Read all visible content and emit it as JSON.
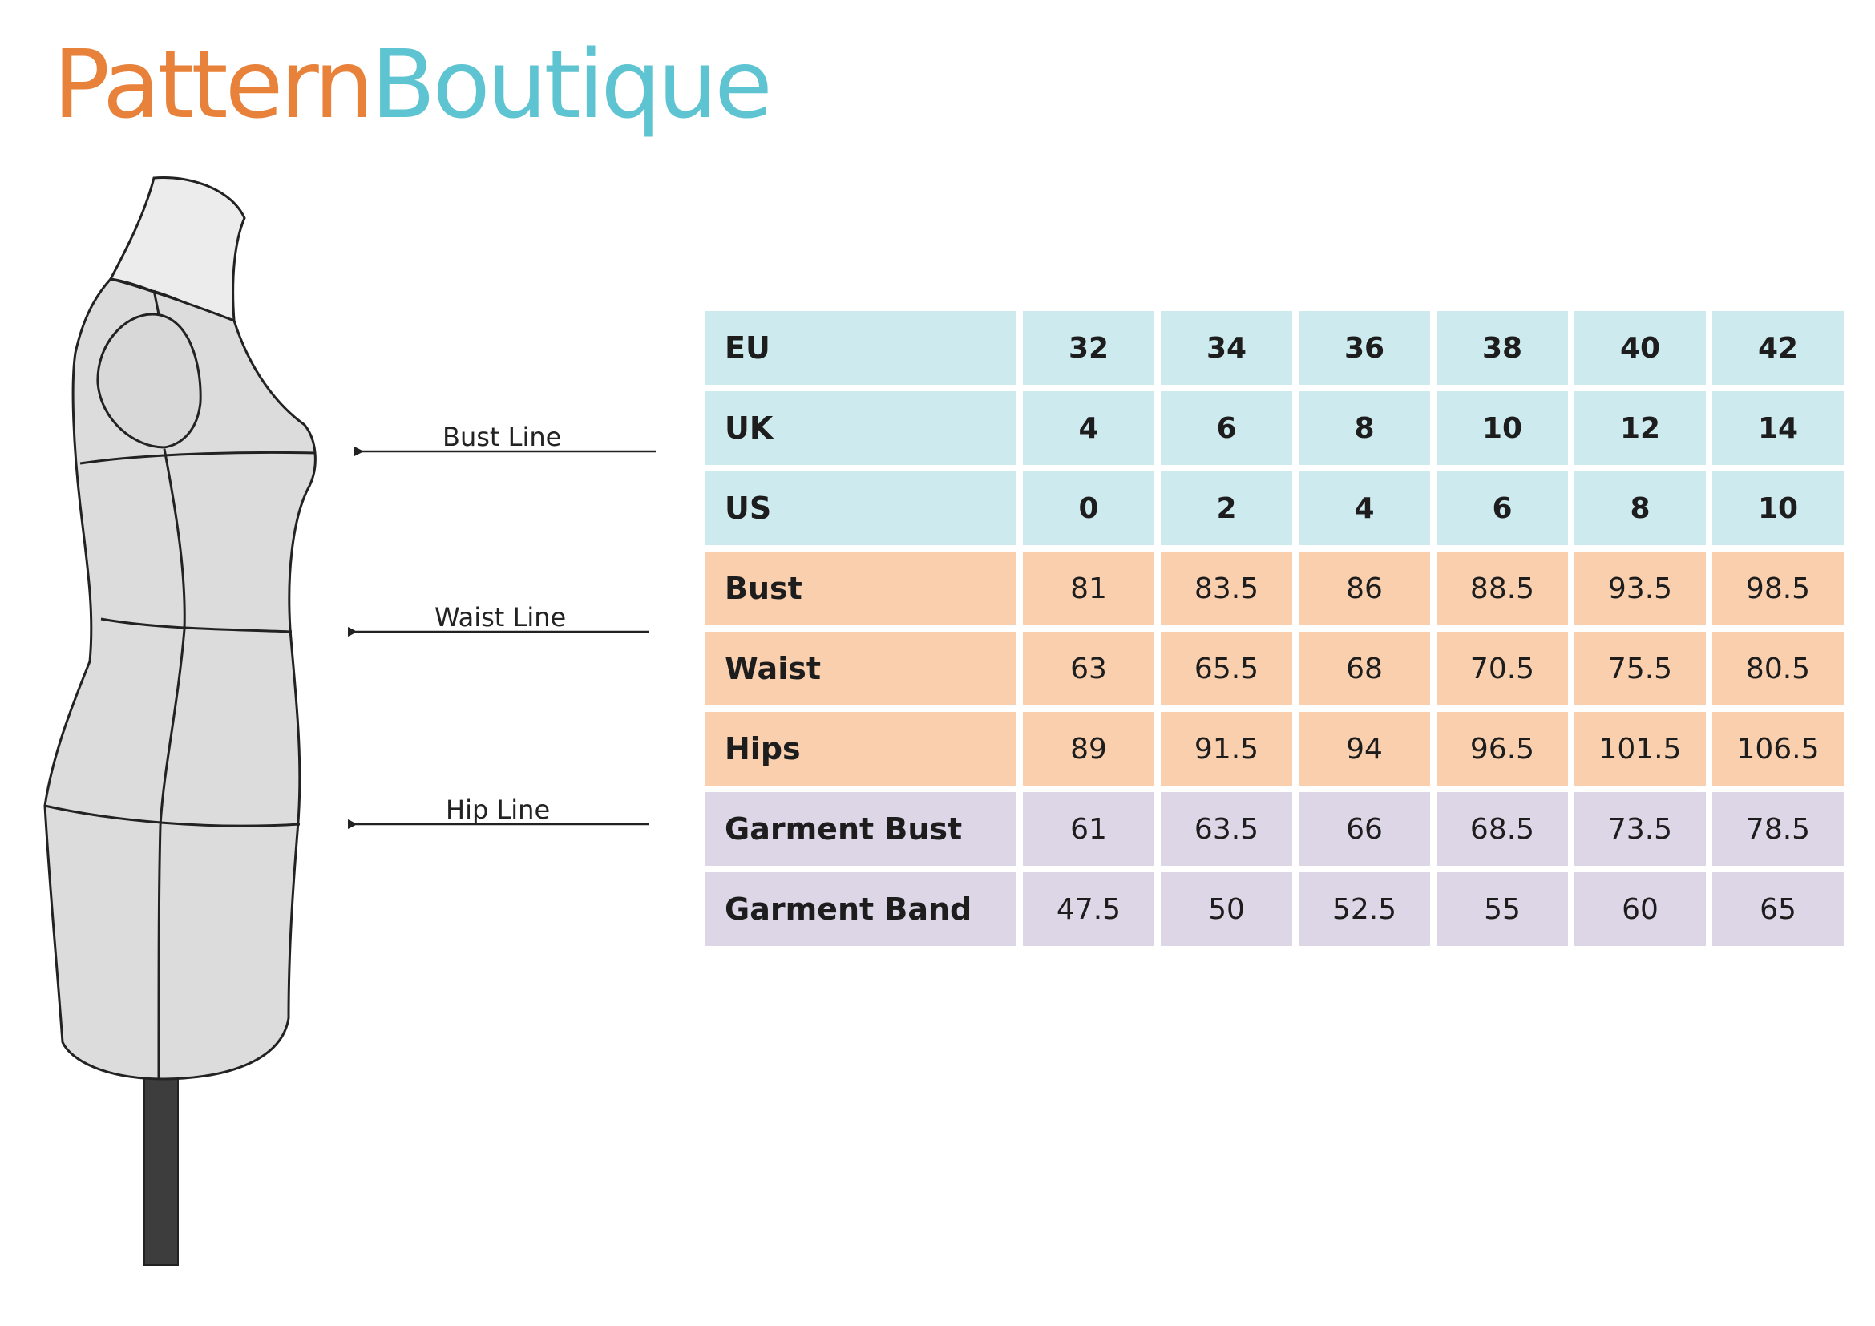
{
  "brand": {
    "part1": "Pattern",
    "part2": "Boutique",
    "color1": "#e8823a",
    "color2": "#5fc4d2"
  },
  "measure_lines": {
    "bust": "Bust Line",
    "waist": "Waist Line",
    "hip": "Hip Line"
  },
  "table": {
    "rows": [
      {
        "label": "EU",
        "group": "size",
        "values": [
          "32",
          "34",
          "36",
          "38",
          "40",
          "42"
        ]
      },
      {
        "label": "UK",
        "group": "size",
        "values": [
          "4",
          "6",
          "8",
          "10",
          "12",
          "14"
        ]
      },
      {
        "label": "US",
        "group": "size",
        "values": [
          "0",
          "2",
          "4",
          "6",
          "8",
          "10"
        ]
      },
      {
        "label": "Bust",
        "group": "body",
        "values": [
          "81",
          "83.5",
          "86",
          "88.5",
          "93.5",
          "98.5"
        ]
      },
      {
        "label": "Waist",
        "group": "body",
        "values": [
          "63",
          "65.5",
          "68",
          "70.5",
          "75.5",
          "80.5"
        ]
      },
      {
        "label": "Hips",
        "group": "body",
        "values": [
          "89",
          "91.5",
          "94",
          "96.5",
          "101.5",
          "106.5"
        ]
      },
      {
        "label": "Garment Bust",
        "group": "garment",
        "values": [
          "61",
          "63.5",
          "66",
          "68.5",
          "73.5",
          "78.5"
        ]
      },
      {
        "label": "Garment Band",
        "group": "garment",
        "values": [
          "47.5",
          "50",
          "52.5",
          "55",
          "60",
          "65"
        ]
      }
    ],
    "colors": {
      "size": "#cdeaee",
      "body": "#f9cfae",
      "garment": "#dcd6e6"
    }
  }
}
